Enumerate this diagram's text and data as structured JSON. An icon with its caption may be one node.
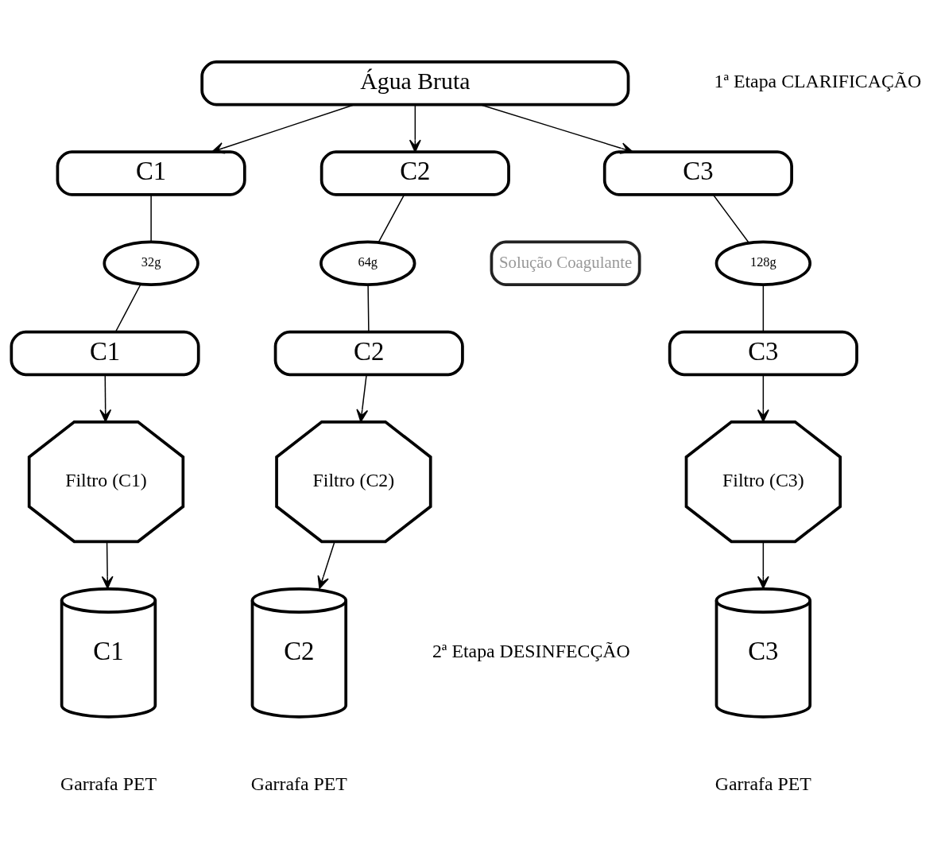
{
  "diagram": {
    "nodes": [
      {
        "text": [
          "Água Bruta"
        ]
      },
      {
        "text": [
          "C1"
        ]
      },
      {
        "text": [
          "C2"
        ]
      },
      {
        "text": [
          "C3"
        ]
      },
      {
        "text": [
          "Solução Coagulante"
        ]
      },
      {
        "text": [
          "32g"
        ]
      },
      {
        "text": [
          "64g"
        ]
      },
      {
        "text": [
          "128g"
        ]
      },
      {
        "text": [
          "C1"
        ]
      },
      {
        "text": [
          "C2"
        ]
      },
      {
        "text": [
          "C3"
        ]
      },
      {
        "text": [
          "Filtro (C1)"
        ]
      },
      {
        "text": [
          "Filtro (C2)"
        ]
      },
      {
        "text": [
          "Filtro (C3)"
        ]
      },
      {
        "text": [
          "C1"
        ],
        "beside": [
          "Garrafa PET"
        ]
      },
      {
        "text": [
          "C2"
        ],
        "beside": [
          "Garrafa PET"
        ]
      },
      {
        "text": [
          "C3"
        ],
        "beside": [
          "Garrafa PET"
        ]
      }
    ],
    "edges": [
      {
        "from": 0,
        "to": 1,
        "arrow": "to"
      },
      {
        "from": 0,
        "to": 2,
        "arrow": "to"
      },
      {
        "from": 0,
        "to": 3,
        "arrow": "to"
      },
      {
        "from": 1,
        "to": 5,
        "arrow": "none"
      },
      {
        "from": 2,
        "to": 6,
        "arrow": "none"
      },
      {
        "from": 3,
        "to": 7,
        "arrow": "none"
      },
      {
        "from": 5,
        "to": 8,
        "arrow": "none"
      },
      {
        "from": 6,
        "to": 9,
        "arrow": "none"
      },
      {
        "from": 7,
        "to": 10,
        "arrow": "none"
      },
      {
        "from": 8,
        "to": 11,
        "arrow": "to"
      },
      {
        "from": 9,
        "to": 12,
        "arrow": "to"
      },
      {
        "from": 10,
        "to": 13,
        "arrow": "to"
      },
      {
        "from": 11,
        "to": 14,
        "arrow": "to"
      },
      {
        "from": 12,
        "to": 15,
        "arrow": "to"
      },
      {
        "from": 13,
        "to": 16,
        "arrow": "to"
      }
    ],
    "labels": [
      "1ª Etapa CLARIFICAÇÃO",
      "2ª Etapa DESINFECÇÃO"
    ]
  }
}
